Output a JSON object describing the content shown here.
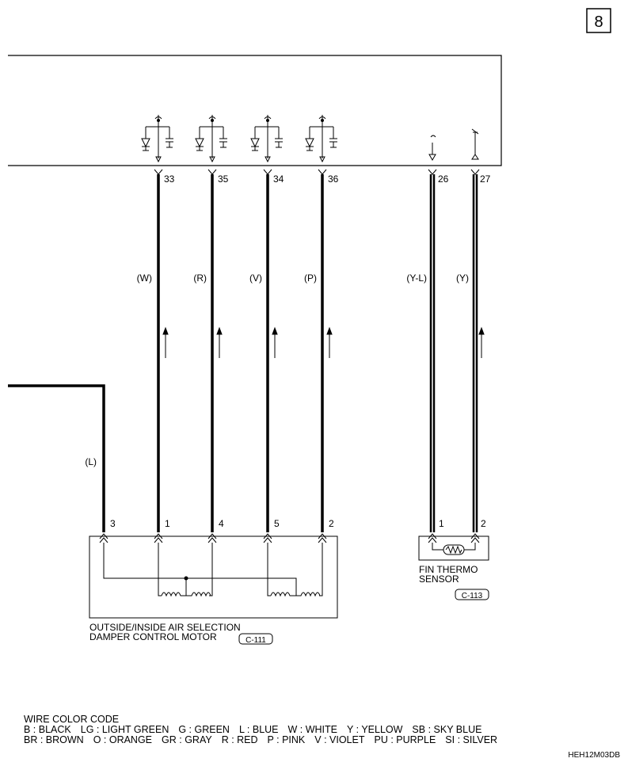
{
  "page": {
    "number": "8",
    "code": "HEH12M03DB"
  },
  "ecu_pins": [
    {
      "pin": "33",
      "wire": "(W)"
    },
    {
      "pin": "35",
      "wire": "(R)"
    },
    {
      "pin": "34",
      "wire": "(V)"
    },
    {
      "pin": "36",
      "wire": "(P)"
    },
    {
      "pin": "26",
      "wire": "(Y-L)"
    },
    {
      "pin": "27",
      "wire": "(Y)"
    }
  ],
  "left_wire": "(L)",
  "motor": {
    "pins": [
      "3",
      "1",
      "4",
      "5",
      "2"
    ],
    "name_line1": "OUTSIDE/INSIDE AIR SELECTION",
    "name_line2": "DAMPER CONTROL MOTOR",
    "connector": "C-111"
  },
  "sensor": {
    "pins": [
      "1",
      "2"
    ],
    "name_line1": "FIN THERMO",
    "name_line2": "SENSOR",
    "connector": "C-113"
  },
  "legend": {
    "title": "WIRE COLOR CODE",
    "row1": [
      "B : BLACK",
      "LG : LIGHT GREEN",
      "G : GREEN",
      "L : BLUE",
      "W : WHITE",
      "Y : YELLOW",
      "SB : SKY BLUE"
    ],
    "row2": [
      "BR : BROWN",
      "O : ORANGE",
      "GR : GRAY",
      "R : RED",
      "P : PINK",
      "V : VIOLET",
      "PU : PURPLE",
      "SI : SILVER"
    ]
  }
}
